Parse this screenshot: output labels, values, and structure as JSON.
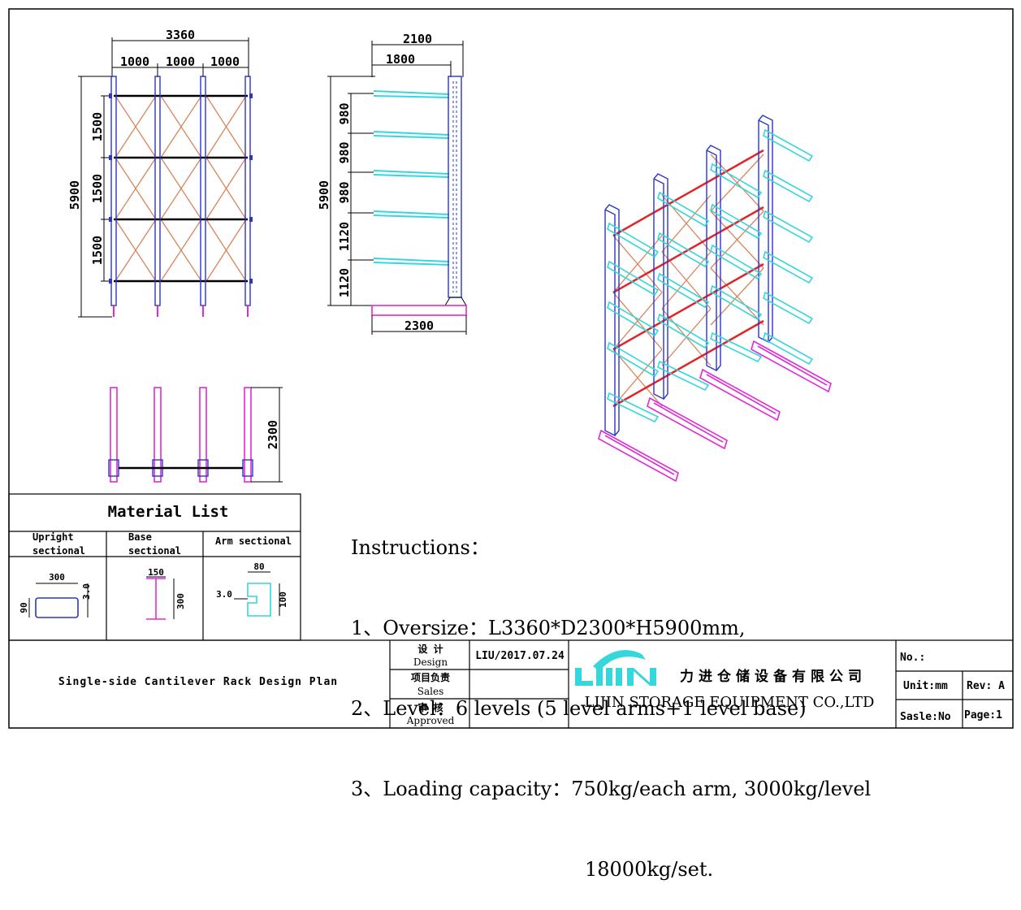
{
  "drawing": {
    "front_view": {
      "total_width": "3360",
      "bay_widths": [
        "1000",
        "1000",
        "1000"
      ],
      "height": "5900",
      "level_heights": [
        "1500",
        "1500",
        "1500"
      ]
    },
    "side_view": {
      "depth_overall": "2100",
      "arm_length": "1800",
      "height": "5900",
      "level_spacings": [
        "980",
        "980",
        "980",
        "1120",
        "1120"
      ],
      "base_length": "2300"
    },
    "top_view": {
      "depth": "2300"
    }
  },
  "instructions": {
    "title": "Instructions：",
    "line1": "1、Oversize：L3360*D2300*H5900mm,",
    "line2": "2、Level：6 levels (5 level arms+1 level base)",
    "line3": "3、Loading capacity：750kg/each arm, 3000kg/level",
    "line4": "18000kg/set."
  },
  "material_list": {
    "title": "Material List",
    "upright": {
      "header1": "Upright",
      "header2": "sectional",
      "width": "300",
      "height": "90",
      "thickness": "3.0"
    },
    "base": {
      "header1": "Base",
      "header2": "sectional",
      "width": "150",
      "height": "300"
    },
    "arm": {
      "header": "Arm sectional",
      "width": "80",
      "thickness": "3.0",
      "height": "100"
    }
  },
  "title_block": {
    "plan_title": "Single-side Cantilever Rack Design Plan",
    "design_cn": "设 计",
    "design_en": "Design",
    "design_value": "LIU/2017.07.24",
    "sales_cn": "项目负责",
    "sales_en": "Sales",
    "approved_cn": "审 核",
    "approved_en": "Approved",
    "company_cn": "力进仓储设备有限公司",
    "company_en": "LIJIN STORAGE EQUIPMENT CO.,LTD",
    "no": "No.:",
    "unit": "Unit:mm",
    "rev": "Rev: A",
    "sale_no": "Sasle:No",
    "page": "Page:1"
  },
  "colors": {
    "upright": "#2b35c8",
    "bracing": "#d9855a",
    "beam": "#e0242a",
    "arm": "#35d6dc",
    "base": "#e02ad6",
    "line": "#000000"
  }
}
